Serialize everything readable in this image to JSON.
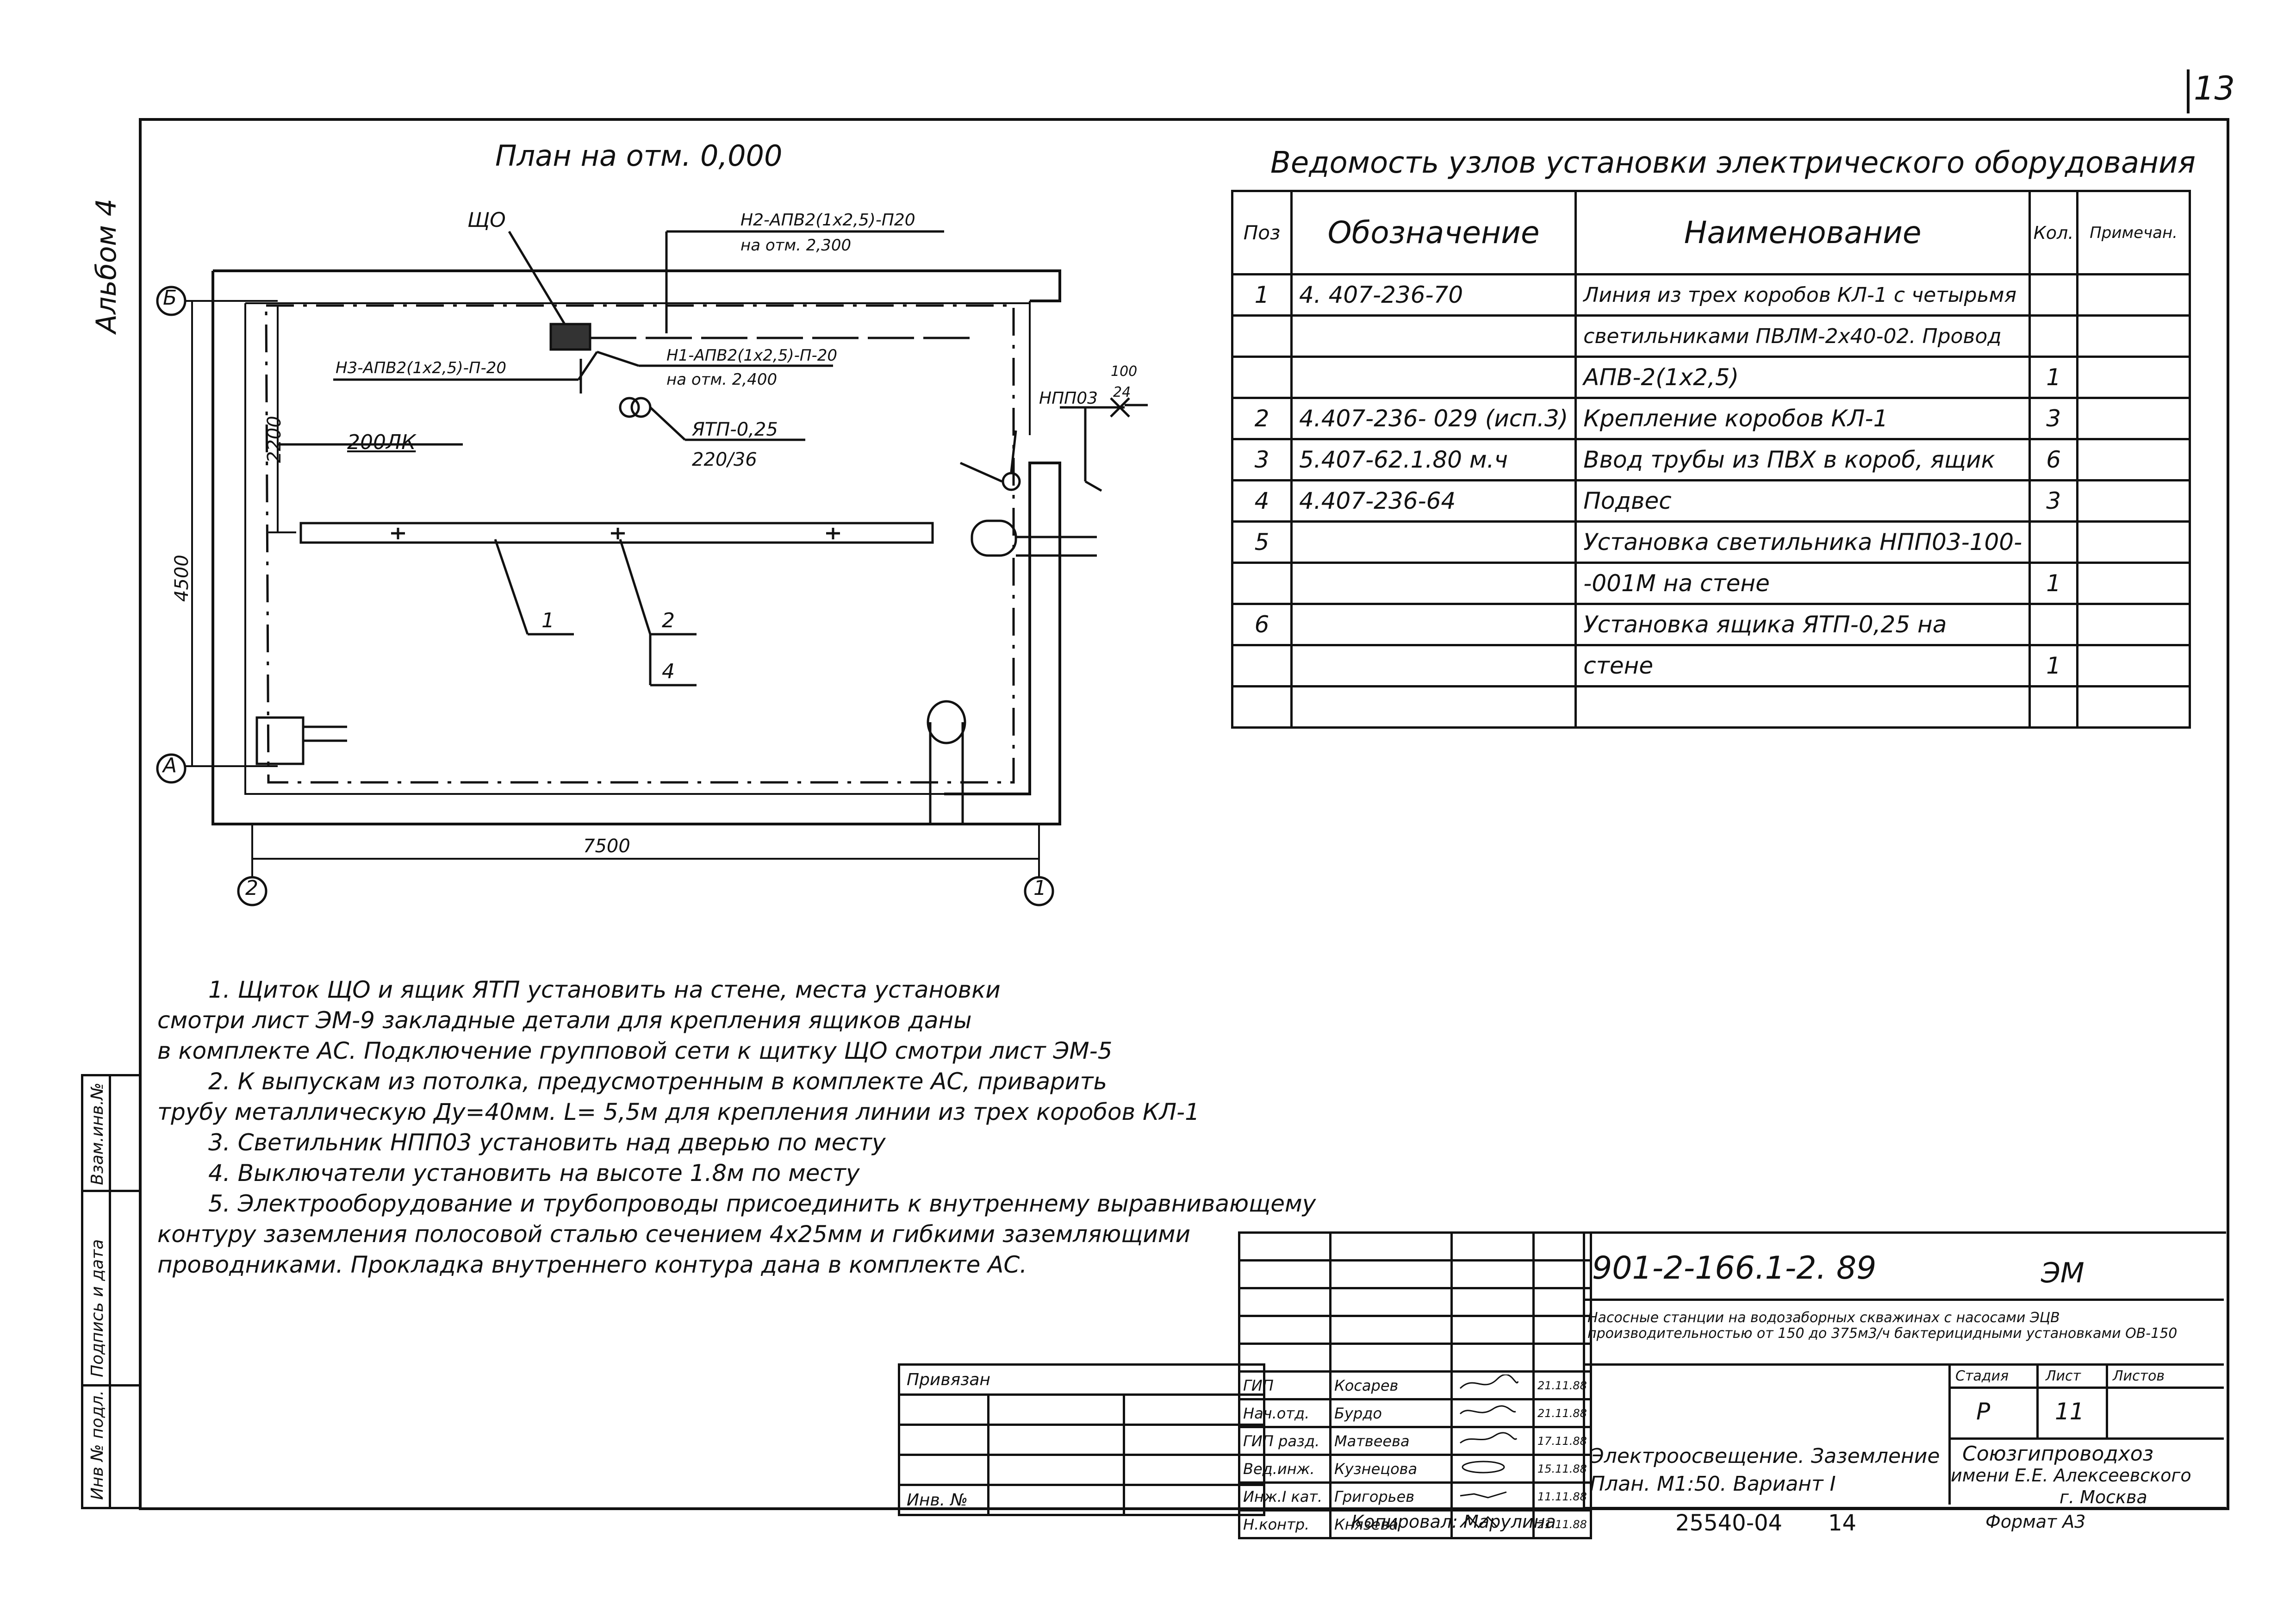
{
  "sheet_number": "13",
  "album": "Альбом 4",
  "plan": {
    "title": "План на отм. 0,000",
    "axis_b": "Б",
    "axis_a": "А",
    "axis_2": "2",
    "axis_1": "1",
    "dim_7500": "7500",
    "dim_4500": "4500",
    "dim_2200": "2200",
    "label_shch": "ЩО",
    "label_n2": "Н2-АПВ2(1х2,5)-П20",
    "label_n2_elev": "на отм. 2,300",
    "label_n1": "Н1-АПВ2(1х2,5)-П-20",
    "label_n1_elev": "на отм. 2,400",
    "label_n3": "Н3-АПВ2(1х2,5)-П-20",
    "label_ytp": "ЯТП-0,25",
    "label_ytp_volt": "220/36",
    "label_room": "200ЛК",
    "label_npp": "НПП03",
    "label_npp_frac_top": "100",
    "label_npp_frac_bottom": "24",
    "callout_1": "1",
    "callout_2": "2",
    "callout_4": "4"
  },
  "spec": {
    "title": "Ведомость узлов установки электрического оборудования",
    "headers": {
      "pos": "Поз",
      "designation": "Обозначение",
      "name": "Наименование",
      "qty": "Кол.",
      "note": "Примечан."
    },
    "rows": [
      {
        "pos": "1",
        "designation": "4. 407-236-70",
        "name": "Линия из трех коробов КЛ-1 с четырьмя",
        "qty": ""
      },
      {
        "pos": "",
        "designation": "",
        "name": "светильниками ПВЛМ-2х40-02. Провод",
        "qty": ""
      },
      {
        "pos": "",
        "designation": "",
        "name": "АПВ-2(1х2,5)",
        "qty": "1"
      },
      {
        "pos": "2",
        "designation": "4.407-236- 029 (исп.3)",
        "name": "Крепление коробов КЛ-1",
        "qty": "3"
      },
      {
        "pos": "3",
        "designation": "5.407-62.1.80 м.ч",
        "name": "Ввод трубы из ПВХ в короб, ящик",
        "qty": "6"
      },
      {
        "pos": "4",
        "designation": "4.407-236-64",
        "name": "Подвес",
        "qty": "3"
      },
      {
        "pos": "5",
        "designation": "",
        "name": "Установка светильника НПП03-100-",
        "qty": ""
      },
      {
        "pos": "",
        "designation": "",
        "name": "-001М на стене",
        "qty": "1"
      },
      {
        "pos": "6",
        "designation": "",
        "name": "Установка ящика ЯТП-0,25 на",
        "qty": ""
      },
      {
        "pos": "",
        "designation": "",
        "name": "стене",
        "qty": "1"
      },
      {
        "pos": "",
        "designation": "",
        "name": "",
        "qty": ""
      }
    ]
  },
  "notes": [
    "1. Щиток ЩО и ящик ЯТП установить на стене, места установки",
    "смотри лист ЭМ-9 закладные детали для крепления ящиков даны",
    "в комплекте АС. Подключение групповой сети к щитку ЩО смотри лист ЭМ-5",
    "2. К выпускам из потолка, предусмотренным в комплекте АС, приварить",
    "трубу металлическую Ду=40мм. L= 5,5м для крепления линии из трех коробов КЛ-1",
    "3. Светильник НПП03 установить над дверью по месту",
    "4. Выключатели установить на высоте 1.8м по месту",
    "5. Электрооборудование и трубопроводы присоединить к внутреннему выравнивающему",
    "контуру заземления полосовой сталью сечением 4х25мм и гибкими заземляющими",
    "проводниками. Прокладка внутреннего контура дана в комплекте АС."
  ],
  "side_labels": {
    "inv_orig": "Инв № подл.",
    "sign_date": "Подпись и дата",
    "instead_inv": "Взам.инв.№"
  },
  "title_block": {
    "code": "901-2-166.1-2. 89",
    "mark": "ЭМ",
    "project": "Насосные станции на водозаборных скважинах с насосами ЭЦВ производительностью от 150 до 375м3/ч бактерицидными установками ОВ-150",
    "privyazan": "Привязан",
    "inv_no": "Инв. №",
    "stage_label": "Стадия",
    "sheet_label": "Лист",
    "sheets_label": "Листов",
    "stage": "Р",
    "sheet": "11",
    "sheet_title": "Электроосвещение. Заземление",
    "sheet_title2": "План. М1:50. Вариант I",
    "org": "Союзгипроводхоз",
    "org2": "имени Е.Е. Алексеевского",
    "org3": "г. Москва",
    "signers": [
      {
        "role": "ГИП",
        "name": "Косарев",
        "date": "21.11.88"
      },
      {
        "role": "Нач.отд.",
        "name": "Бурдо",
        "date": "21.11.88"
      },
      {
        "role": "ГИП разд.",
        "name": "Матвеева",
        "date": "17.11.88"
      },
      {
        "role": "Вед.инж.",
        "name": "Кузнецова",
        "date": "15.11.88"
      },
      {
        "role": "Инж.I кат.",
        "name": "Григорьев",
        "date": "11.11.88"
      },
      {
        "role": "Н.контр.",
        "name": "Князева",
        "date": "21.11.88"
      }
    ],
    "copied": "Копировал: Марулина",
    "archive": "25540-04",
    "archive_page": "14",
    "format": "Формат А3"
  }
}
